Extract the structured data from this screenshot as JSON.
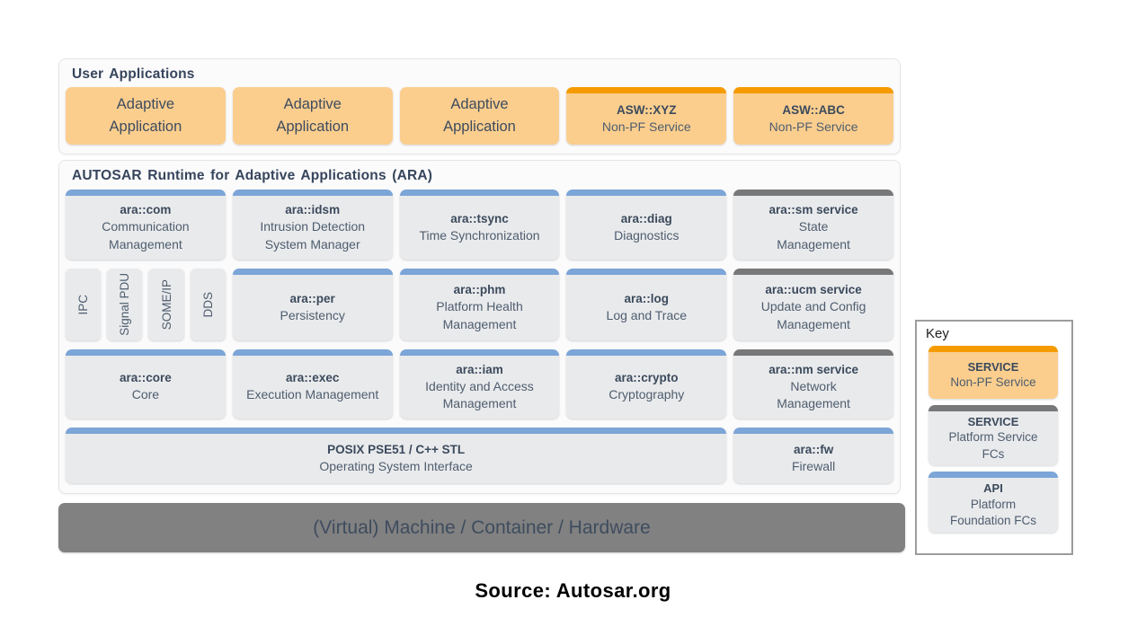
{
  "colors": {
    "non_pf_service_fill": "#FBCE8E",
    "non_pf_service_bar": "#F59B00",
    "api_bar_blue": "#7CA5D8",
    "platform_service_bar_gray": "#787878",
    "cell_fill": "#E9EAEC",
    "hardware_bar_gray": "#818181",
    "text_dark": "#3B4A5C"
  },
  "user_apps": {
    "title": "User Applications",
    "adaptive_label": "Adaptive\nApplication",
    "services": [
      {
        "name": "ASW::XYZ",
        "desc": "Non-PF Service"
      },
      {
        "name": "ASW::ABC",
        "desc": "Non-PF Service"
      }
    ]
  },
  "ara": {
    "title": "AUTOSAR Runtime for Adaptive Applications (ARA)",
    "row1": [
      {
        "name": "ara::com",
        "desc": "Communication\nManagement"
      },
      {
        "name": "ara::idsm",
        "desc": "Intrusion Detection\nSystem Manager"
      },
      {
        "name": "ara::tsync",
        "desc": "Time Synchronization"
      },
      {
        "name": "ara::diag",
        "desc": "Diagnostics"
      },
      {
        "name": "ara::sm service",
        "desc": "State\nManagement"
      }
    ],
    "protocols": [
      "IPC",
      "Signal PDU",
      "SOME/IP",
      "DDS"
    ],
    "row2": [
      {
        "name": "ara::per",
        "desc": "Persistency"
      },
      {
        "name": "ara::phm",
        "desc": "Platform Health\nManagement"
      },
      {
        "name": "ara::log",
        "desc": "Log and Trace"
      },
      {
        "name": "ara::ucm service",
        "desc": "Update and Config\nManagement"
      }
    ],
    "row3": [
      {
        "name": "ara::core",
        "desc": "Core"
      },
      {
        "name": "ara::exec",
        "desc": "Execution Management"
      },
      {
        "name": "ara::iam",
        "desc": "Identity and Access\nManagement"
      },
      {
        "name": "ara::crypto",
        "desc": "Cryptography"
      },
      {
        "name": "ara::nm service",
        "desc": "Network\nManagement"
      }
    ],
    "row4": [
      {
        "name": "POSIX PSE51 / C++ STL",
        "desc": "Operating System Interface"
      },
      {
        "name": "ara::fw",
        "desc": "Firewall"
      }
    ]
  },
  "hardware_bar": "(Virtual) Machine / Container / Hardware",
  "key": {
    "title": "Key",
    "items": [
      {
        "name": "SERVICE",
        "desc": "Non-PF Service"
      },
      {
        "name": "SERVICE",
        "desc": "Platform Service\nFCs"
      },
      {
        "name": "API",
        "desc": "Platform\nFoundation FCs"
      }
    ]
  },
  "footer": {
    "source": "Source: Autosar.org"
  }
}
